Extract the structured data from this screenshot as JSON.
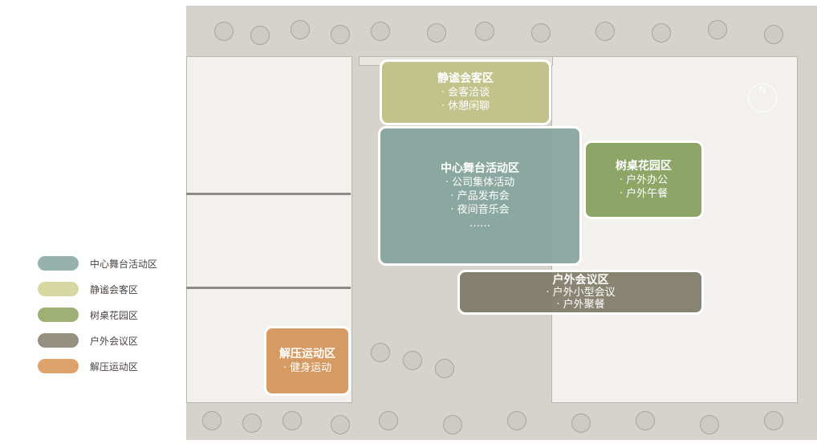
{
  "legend": [
    {
      "label": "中心舞台活动区",
      "color": "#97b1ab"
    },
    {
      "label": "静谧会客区",
      "color": "#d6d8a2"
    },
    {
      "label": "树桌花园区",
      "color": "#9eb073"
    },
    {
      "label": "户外会议区",
      "color": "#958f80"
    },
    {
      "label": "解压运动区",
      "color": "#dea36a"
    }
  ],
  "zones": {
    "quiet": {
      "title": "静谧会客区",
      "items": [
        "· 会客洽谈",
        "· 休憩闲聊"
      ]
    },
    "center": {
      "title": "中心舞台活动区",
      "items": [
        "· 公司集体活动",
        "· 产品发布会",
        "· 夜间音乐会",
        "……"
      ]
    },
    "garden": {
      "title": "树桌花园区",
      "items": [
        "· 户外办公",
        "· 户外午餐"
      ]
    },
    "meeting": {
      "title": "户外会议区",
      "items": [
        "· 户外小型会议",
        "· 户外聚餐"
      ]
    },
    "sport": {
      "title": "解压运动区",
      "items": [
        "· 健身运动"
      ]
    }
  },
  "compass": {
    "label": "N"
  }
}
